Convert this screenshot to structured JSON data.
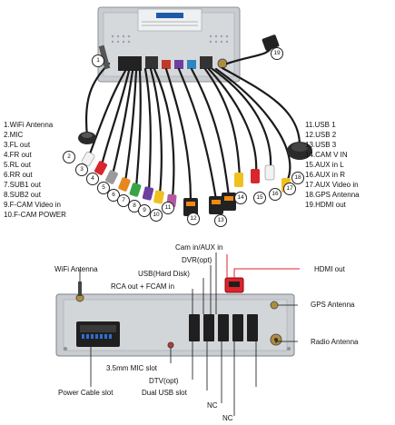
{
  "connectors_left": [
    "1.WiFi Antenna",
    "2.MIC",
    "3.FL out",
    "4.FR out",
    "5.RL out",
    "6.RR out",
    "7.SUB1 out",
    "8.SUB2 out",
    "9.F-CAM Video in",
    "10.F-CAM POWER"
  ],
  "connectors_right": [
    "11.USB 1",
    "12.USB 2",
    "13.USB 3",
    "14.CAM V IN",
    "15.AUX in L",
    "16.AUX in R",
    "17.AUX Video in",
    "18.GPS Antenna",
    "19.HDMI out"
  ],
  "markers": [
    "1",
    "2",
    "3",
    "4",
    "5",
    "6",
    "7",
    "8",
    "9",
    "10",
    "11",
    "12",
    "13",
    "14",
    "15",
    "16",
    "17",
    "18",
    "19"
  ],
  "rear_callouts": {
    "cam_aux": "Cam in/AUX in",
    "dvr": "DVR(opt)",
    "usb_hd": "USB(Hard Disk)",
    "rca_fcam": "RCA out + FCAM in",
    "wifi": "WiFi Antenna",
    "hdmi": "HDMI out",
    "gps": "GPS Antenna",
    "radio": "Radio Antenna",
    "mic": "3.5mm MIC slot",
    "power": "Power Cable slot",
    "dtv": "DTV(opt)",
    "dual_usb": "Dual USB slot",
    "nc1": "NC",
    "nc2": "NC"
  },
  "colors": {
    "chassis": "#c9ccd0",
    "chassis_dark": "#8d9298",
    "cable": "#1a1a1a",
    "rca_white": "#f2f2f2",
    "rca_red": "#d9262b",
    "rca_yellow": "#f0c020",
    "rca_green": "#3aa348",
    "rca_gray": "#9a9a9a",
    "rca_orange": "#e8871e",
    "usb_orange": "#f28a12",
    "callout_line": "#e0202a",
    "sticker": "#1e5aa8"
  }
}
